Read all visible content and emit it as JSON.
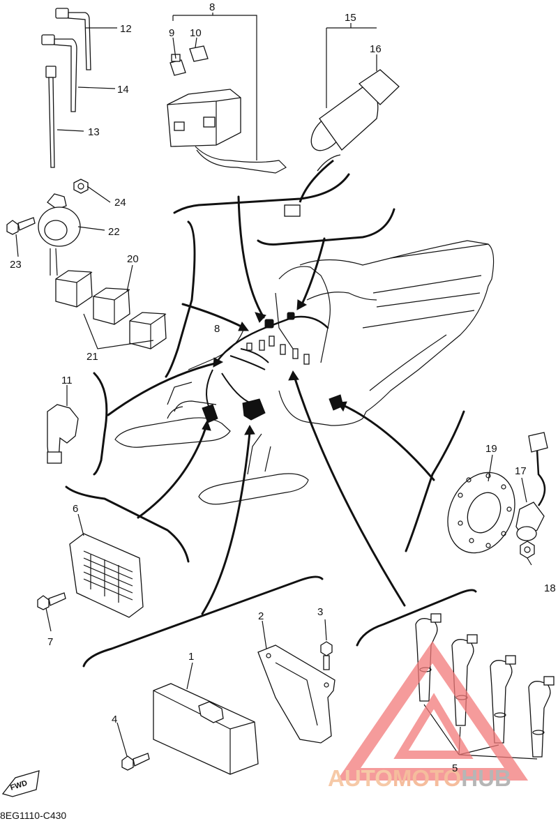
{
  "diagram": {
    "drawing_code": "8EG1110-C430",
    "forward_marker": "FWD",
    "callouts": [
      "1",
      "2",
      "3",
      "4",
      "5",
      "6",
      "7",
      "8",
      "8",
      "9",
      "10",
      "11",
      "12",
      "13",
      "14",
      "15",
      "16",
      "17",
      "18",
      "19",
      "20",
      "21",
      "22",
      "23",
      "24"
    ]
  },
  "watermark": {
    "part_auto": "AUTO",
    "part_moto": "MOTO",
    "part_hub": "HUB",
    "colors": {
      "auto": "#f3b78a",
      "moto": "#f2a77d",
      "hub": "#9e9e9e",
      "triangle": "#f27a7a"
    }
  }
}
